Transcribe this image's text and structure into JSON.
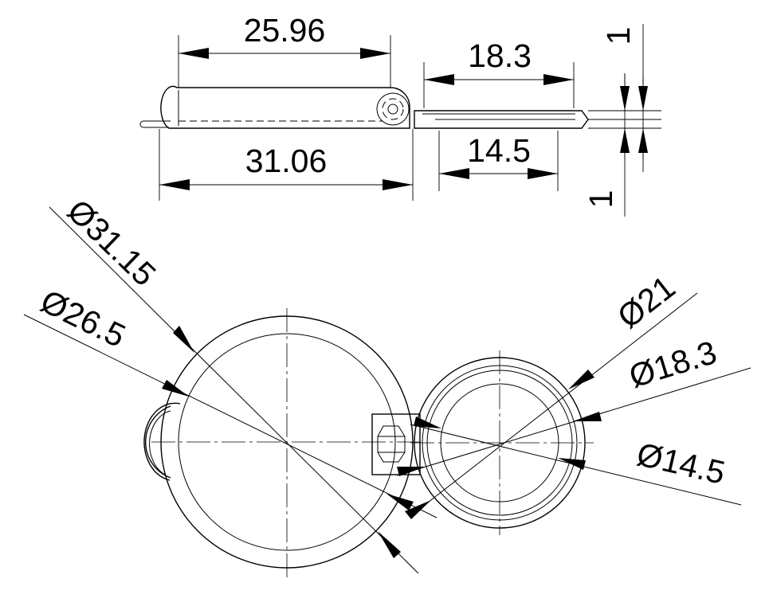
{
  "side_view": {
    "dim_top_left": "25.96",
    "dim_top_right": "18.3",
    "dim_bottom_left": "31.06",
    "dim_bottom_right": "14.5",
    "dim_thickness_top": "1",
    "dim_thickness_bottom": "1"
  },
  "top_view": {
    "dia_large_outer": "Ø31.15",
    "dia_large_inner": "Ø26.5",
    "dia_small_outer": "Ø21",
    "dia_small_mid": "Ø18.3",
    "dia_small_inner": "Ø14.5"
  }
}
